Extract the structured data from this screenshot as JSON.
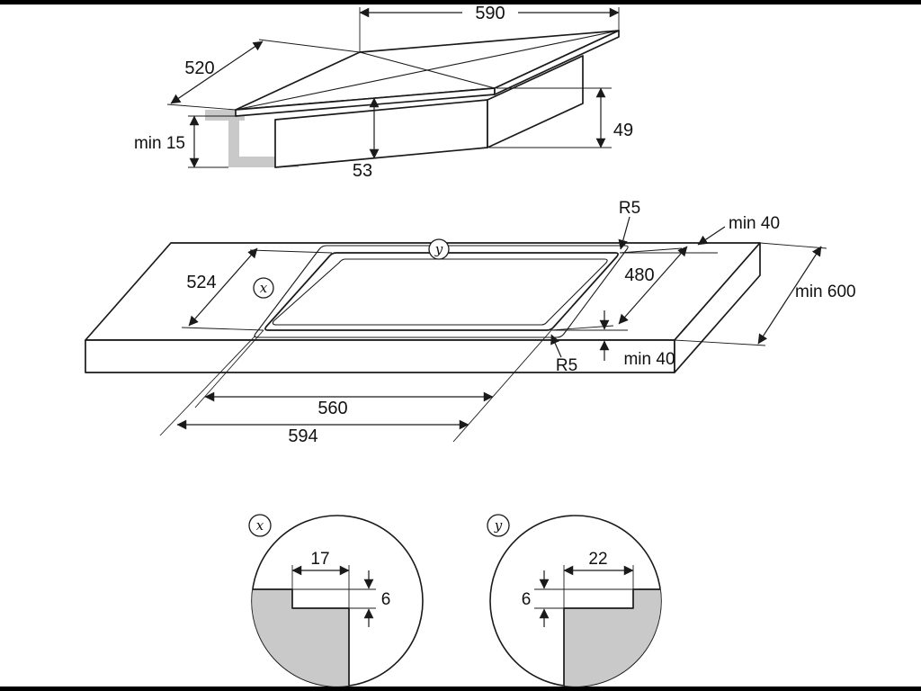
{
  "meta": {
    "background": "#ffffff",
    "line_color": "#1a1a1a",
    "worktop_gray": "#c9c9c9"
  },
  "top_view": {
    "width": "590",
    "depth": "520",
    "height": "49",
    "install_depth": "53",
    "min_clearance": "min 15"
  },
  "cutout_view": {
    "glass_depth": "524",
    "cutout_depth": "480",
    "cutout_width": "560",
    "glass_width": "594",
    "corner_radius_rear": "R5",
    "corner_radius_front": "R5",
    "rear_clearance": "min 40",
    "front_clearance": "min 40",
    "worktop_depth": "min 600",
    "marker_x": "x",
    "marker_y": "y"
  },
  "detail_x": {
    "label": "x",
    "width": "17",
    "depth": "6"
  },
  "detail_y": {
    "label": "y",
    "width": "22",
    "depth": "6"
  }
}
